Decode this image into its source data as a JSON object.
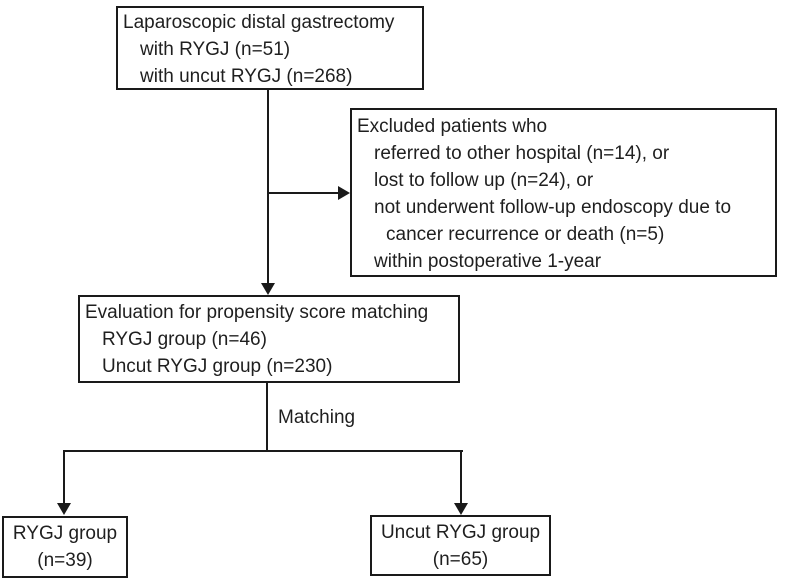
{
  "diagram": {
    "colors": {
      "background": "#ffffff",
      "line": "#1a1a1a",
      "text": "#1f1f1f"
    },
    "boxes": {
      "surgery": {
        "lines": [
          "Laparoscopic distal gastrectomy",
          "with RYGJ (n=51)",
          "with uncut RYGJ (n=268)"
        ]
      },
      "excluded": {
        "lines": [
          "Excluded patients who",
          "referred to other hospital (n=14), or",
          "lost to follow up (n=24), or",
          "not underwent follow-up endoscopy due to",
          "cancer recurrence or death (n=5)",
          "within postoperative 1-year"
        ]
      },
      "evaluation": {
        "lines": [
          "Evaluation for propensity score matching",
          "RYGJ group (n=46)",
          "Uncut RYGJ group (n=230)"
        ]
      },
      "rygj_group": {
        "lines": [
          "RYGJ group",
          "(n=39)"
        ]
      },
      "uncut_rygj_group": {
        "lines": [
          "Uncut RYGJ group",
          "(n=65)"
        ]
      }
    },
    "labels": {
      "matching": "Matching"
    }
  }
}
